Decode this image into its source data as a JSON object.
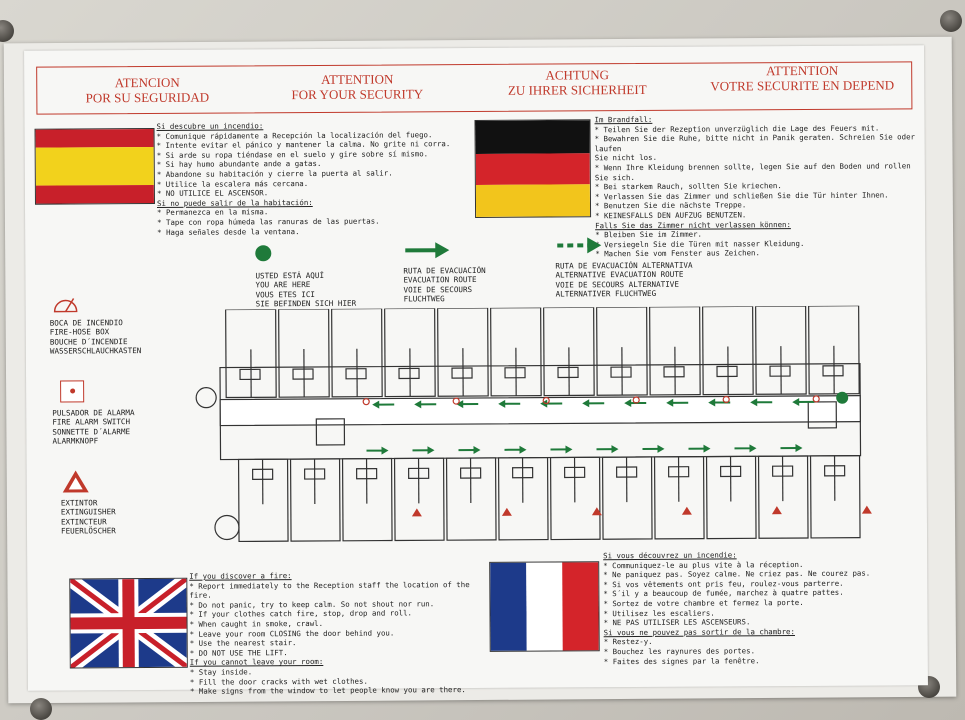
{
  "header": [
    {
      "line1": "ATENCION",
      "line2": "POR SU SEGURIDAD"
    },
    {
      "line1": "ATTENTION",
      "line2": "FOR YOUR SECURITY"
    },
    {
      "line1": "ACHTUNG",
      "line2": "ZU IHRER SICHERHEIT"
    },
    {
      "line1": "ATTENTION",
      "line2": "VOTRE SECURITE EN DEPEND"
    }
  ],
  "spanish": {
    "fire_heading": "Si descubre un incendio:",
    "fire_lines": [
      "* Comunique rápidamente a Recepción la localización del fuego.",
      "* Intente evitar el pánico y mantener la calma. No grite ni corra.",
      "* Si arde su ropa tiéndase en el suelo y gire sobre sí mismo.",
      "* Si hay humo abundante ande a gatas.",
      "* Abandone su habitación y cierre la puerta al salir.",
      "* Utilice la escalera más cercana.",
      "* NO UTILICE EL ASCENSOR."
    ],
    "room_heading": "Si no puede salir de la habitación:",
    "room_lines": [
      "* Permanezca en la misma.",
      "* Tape con ropa húmeda las ranuras de las puertas.",
      "* Haga señales desde la ventana."
    ]
  },
  "german": {
    "fire_heading": "Im Brandfall:",
    "fire_lines": [
      "* Teilen Sie der Rezeption unverzüglich die Lage des Feuers mit.",
      "* Bewahren Sie die Ruhe, bitte nicht in Panik geraten. Schreien Sie oder laufen",
      "  Sie nicht los.",
      "* Wenn Ihre Kleidung brennen sollte, legen Sie auf den Boden und rollen Sie sich.",
      "* Bei starkem Rauch, sollten Sie kriechen.",
      "* Verlassen Sie das Zimmer und schließen Sie die Tür hinter Ihnen.",
      "* Benutzen Sie die nächste Treppe.",
      "* KEINESFALLS DEN AUFZUG BENUTZEN."
    ],
    "room_heading": "Falls Sie das Zimmer nicht verlassen können:",
    "room_lines": [
      "* Bleiben Sie im Zimmer.",
      "* Versiegeln Sie die Türen mit nasser Kleidung.",
      "* Machen Sie vom Fenster aus Zeichen."
    ]
  },
  "english": {
    "fire_heading": "If you discover a fire:",
    "fire_lines": [
      "* Report immediately to the Reception staff the location of the fire.",
      "* Do not panic, try to keep calm. So not shout nor run.",
      "* If your clothes catch fire, stop, drop and roll.",
      "* When caught in smoke, crawl.",
      "* Leave your room CLOSING the door behind you.",
      "* Use the nearest stair.",
      "* DO NOT USE THE LIFT."
    ],
    "room_heading": "If you cannot leave your room:",
    "room_lines": [
      "* Stay inside.",
      "* Fill the door cracks with wet clothes.",
      "* Make signs from the window to let people know you are there."
    ]
  },
  "french": {
    "fire_heading": "Si vous découvrez un incendie:",
    "fire_lines": [
      "* Communiquez-le au plus vite à la réception.",
      "* Ne paniquez pas. Soyez calme. Ne criez pas. Ne courez pas.",
      "* Si vos vêtements ont pris feu, roulez-vous parterre.",
      "* S´il y a beaucoup de fumée, marchez à quatre pattes.",
      "* Sortez de votre chambre et fermez la porte.",
      "* Utilisez les escaliers.",
      "* NE PAS UTILISER LES ASCENSEURS."
    ],
    "room_heading": "Si vous ne pouvez pas sortir de la chambre:",
    "room_lines": [
      "* Restez-y.",
      "* Bouchez les raynures des portes.",
      "* Faites des signes par la fenêtre."
    ]
  },
  "legend": {
    "you_are_here": [
      "USTED ESTÁ AQUÍ",
      "YOU ARE HERE",
      "VOUS ETES ICI",
      "SIE BEFINDEN SICH HIER"
    ],
    "evacuation_route": [
      "RUTA DE EVACUACIÓN",
      "EVACUATION ROUTE",
      "VOIE DE SECOURS",
      "FLUCHTWEG"
    ],
    "alternative_route": [
      "RUTA DE EVACUACIÓN ALTERNATIVA",
      "ALTERNATIVE EVACUATION ROUTE",
      "VOIE DE SECOURS ALTERNATIVE",
      "ALTERNATIVER FLUCHTWEG"
    ],
    "fire_hose": [
      "BOCA DE INCENDIO",
      "FIRE-HOSE BOX",
      "BOUCHE D´INCENDIE",
      "WASSERSCHLAUCHKASTEN"
    ],
    "fire_alarm": [
      "PULSADOR DE ALARMA",
      "FIRE ALARM SWITCH",
      "SONNETTE D´ALARME",
      "ALARMKNOPF"
    ],
    "extinguisher": [
      "EXTINTOR",
      "EXTINGUISHER",
      "EXTINCTEUR",
      "FEUERLÖSCHER"
    ]
  },
  "colors": {
    "accent_red": "#c0392b",
    "route_green": "#1f7a3a"
  }
}
